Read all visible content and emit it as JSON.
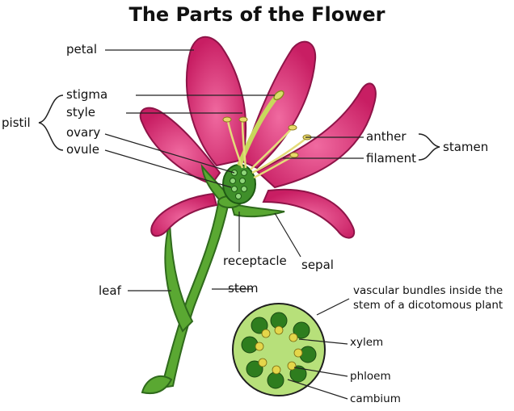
{
  "title": "The Parts of the Flower",
  "labels": {
    "petal": "petal",
    "stigma": "stigma",
    "style": "style",
    "pistil": "pistil",
    "ovary": "ovary",
    "ovule": "ovule",
    "anther": "anther",
    "filament": "filament",
    "stamen": "stamen",
    "receptacle": "receptacle",
    "sepal": "sepal",
    "leaf": "leaf",
    "stem": "stem",
    "vascular_line1": "vascular bundles inside the",
    "vascular_line2": "stem of a dicotomous plant",
    "xylem": "xylem",
    "phloem": "phloem",
    "cambium": "cambium"
  },
  "colors": {
    "petal": "#d0286e",
    "petal_dark": "#8e1448",
    "stem": "#5aa832",
    "stem_dark": "#2f6a1c",
    "cross_section": "#b7e07a",
    "bundle_dark": "#2e7d1e",
    "bundle_yellow": "#e4d64a"
  }
}
